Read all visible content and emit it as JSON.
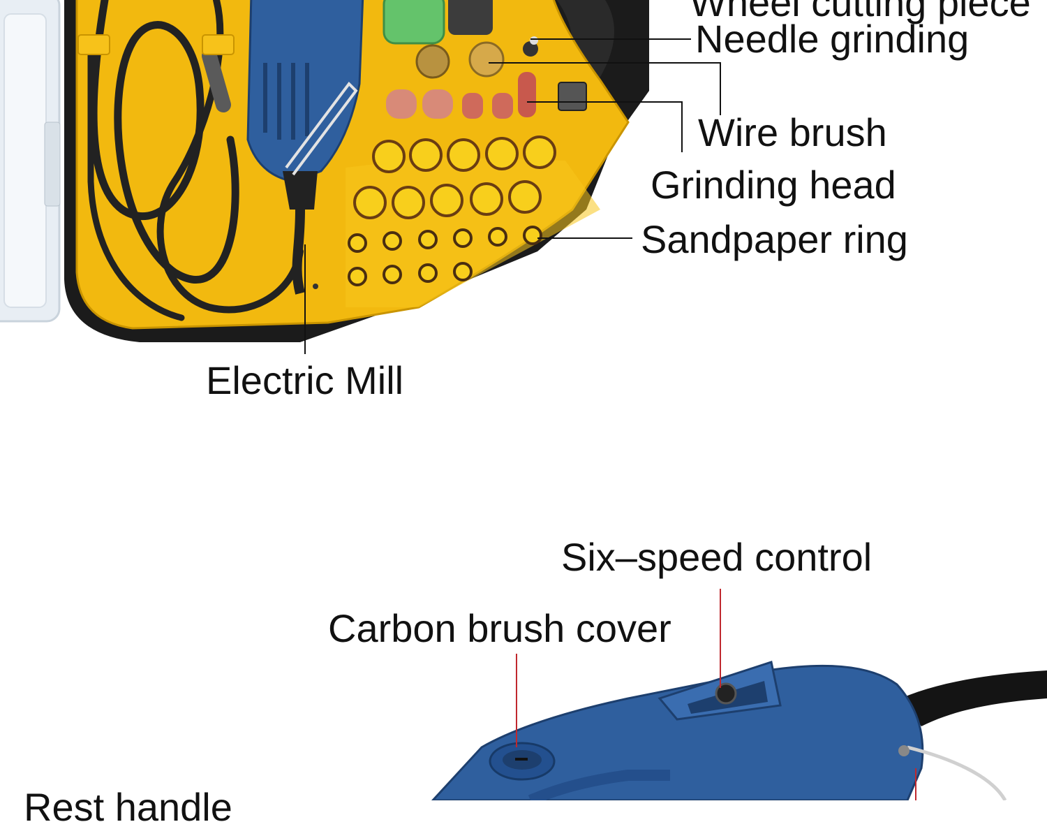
{
  "labels": {
    "wheel_cutting_piece": "Wheel cutting piece",
    "needle_grinding": "Needle grinding",
    "wire_brush": "Wire brush",
    "grinding_head": "Grinding head",
    "sandpaper_ring": "Sandpaper ring",
    "electric_mill": "Electric Mill",
    "six_speed_control": "Six–speed control",
    "carbon_brush_cover": "Carbon brush cover",
    "partial_bottom_label": "Rest handle"
  },
  "colors": {
    "case_yellow": "#f2b90f",
    "case_black": "#1b1b1b",
    "tool_blue": "#2f5f9e",
    "leader_black": "#111111",
    "leader_red": "#c0282d"
  }
}
